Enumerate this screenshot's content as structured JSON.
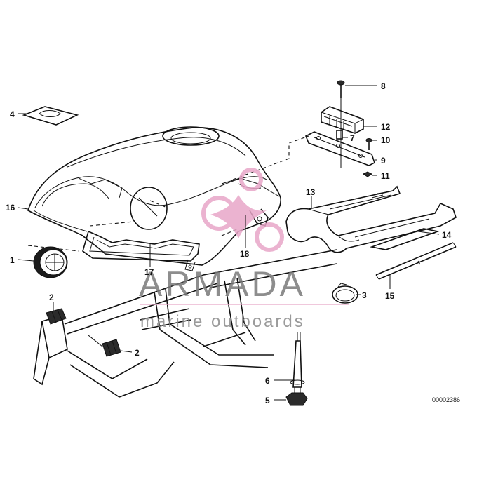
{
  "diagram": {
    "part_number": "00002386",
    "callouts": [
      {
        "id": "c1",
        "text": "1"
      },
      {
        "id": "c2a",
        "text": "2"
      },
      {
        "id": "c2b",
        "text": "2"
      },
      {
        "id": "c3",
        "text": "3"
      },
      {
        "id": "c4",
        "text": "4"
      },
      {
        "id": "c5",
        "text": "5"
      },
      {
        "id": "c6",
        "text": "6"
      },
      {
        "id": "c7",
        "text": "7"
      },
      {
        "id": "c8",
        "text": "8"
      },
      {
        "id": "c9",
        "text": "9"
      },
      {
        "id": "c10",
        "text": "10"
      },
      {
        "id": "c11",
        "text": "11"
      },
      {
        "id": "c12",
        "text": "12"
      },
      {
        "id": "c13",
        "text": "13"
      },
      {
        "id": "c14",
        "text": "14"
      },
      {
        "id": "c15",
        "text": "15"
      },
      {
        "id": "c16",
        "text": "16"
      },
      {
        "id": "c17",
        "text": "17"
      },
      {
        "id": "c18",
        "text": "18"
      }
    ]
  },
  "watermark": {
    "title": "ARMADA",
    "subtitle": "marine outboards",
    "logo_color": "#e8a6c8",
    "line_color": "#e7a9c8"
  }
}
